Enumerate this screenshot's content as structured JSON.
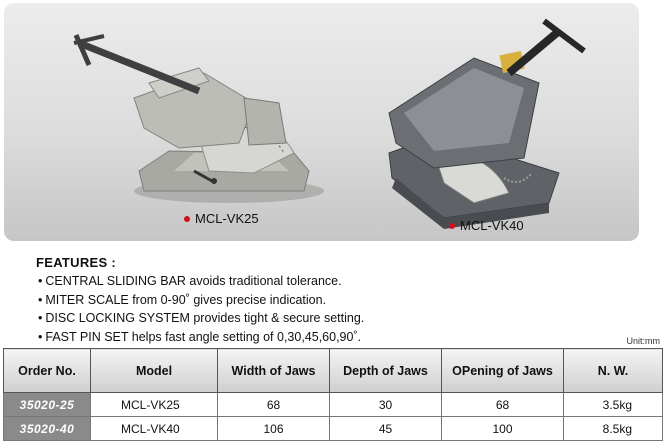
{
  "products": [
    {
      "caption": "MCL-VK25"
    },
    {
      "caption": "MCL-VK40"
    }
  ],
  "features": {
    "title": "FEATURES :",
    "items": [
      "CENTRAL SLIDING BAR avoids traditional tolerance.",
      "MITER SCALE from 0-90˚ gives precise indication.",
      "DISC LOCKING SYSTEM provides tight & secure   setting.",
      "FAST PIN SET helps fast angle setting of 0,30,45,60,90˚."
    ]
  },
  "unit": "Unit:mm",
  "table": {
    "headers": [
      "Order No.",
      "Model",
      "Width of Jaws",
      "Depth of Jaws",
      "OPening of Jaws",
      "N. W."
    ],
    "rows": [
      [
        "35020-25",
        "MCL-VK25",
        "68",
        "30",
        "68",
        "3.5kg"
      ],
      [
        "35020-40",
        "MCL-VK40",
        "106",
        "45",
        "100",
        "8.5kg"
      ]
    ]
  },
  "colors": {
    "bullet_dot": "#d0101a",
    "order_cell": "#8a8a8a",
    "vise_gray": "#5e6266",
    "vise_silver": "#b9b9b3"
  }
}
